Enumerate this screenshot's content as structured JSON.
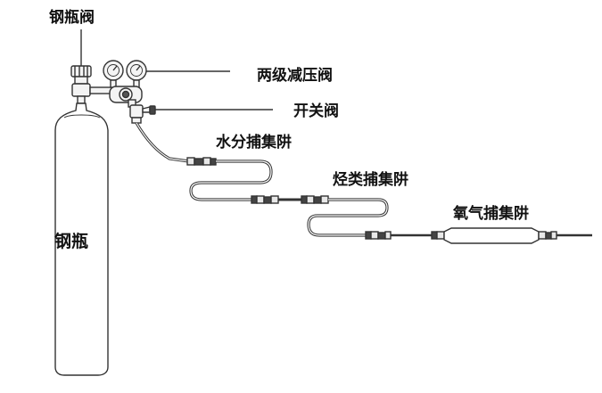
{
  "labels": {
    "cylinder_valve": "钢瓶阀",
    "two_stage_regulator": "两级减压阀",
    "switch_valve": "开关阀",
    "moisture_trap": "水分捕集阱",
    "hydrocarbon_trap": "烃类捕集阱",
    "oxygen_trap": "氧气捕集阱",
    "cylinder": "钢瓶"
  }
}
